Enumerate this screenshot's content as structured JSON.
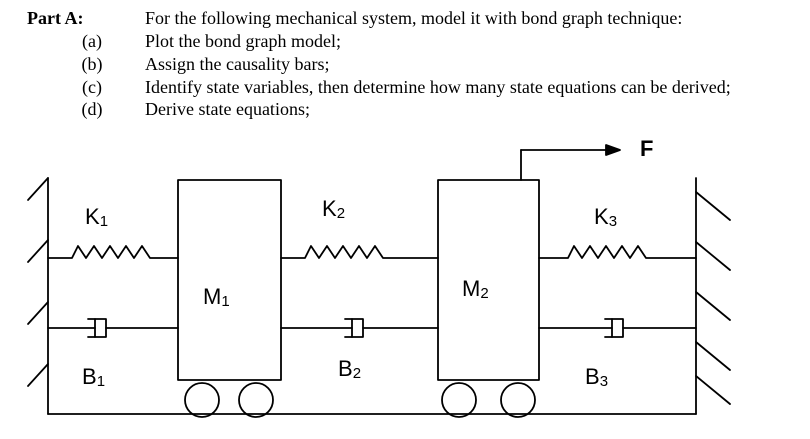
{
  "problem": {
    "part_label": "Part A:",
    "intro": "For the following mechanical system, model it with bond graph technique:",
    "items": [
      {
        "mark": "(a)",
        "text": "Plot the bond graph model;"
      },
      {
        "mark": "(b)",
        "text": "Assign the causality bars;"
      },
      {
        "mark": "(c)",
        "text": "Identify state variables, then determine how many state equations can be derived;"
      },
      {
        "mark": "(d)",
        "text": "Derive state equations;"
      }
    ]
  },
  "diagram": {
    "force_label": "F",
    "springs": [
      {
        "name": "K",
        "sub": "1"
      },
      {
        "name": "K",
        "sub": "2"
      },
      {
        "name": "K",
        "sub": "3"
      }
    ],
    "dampers": [
      {
        "name": "B",
        "sub": "1"
      },
      {
        "name": "B",
        "sub": "2"
      },
      {
        "name": "B",
        "sub": "3"
      }
    ],
    "masses": [
      {
        "name": "M",
        "sub": "1"
      },
      {
        "name": "M",
        "sub": "2"
      }
    ]
  }
}
